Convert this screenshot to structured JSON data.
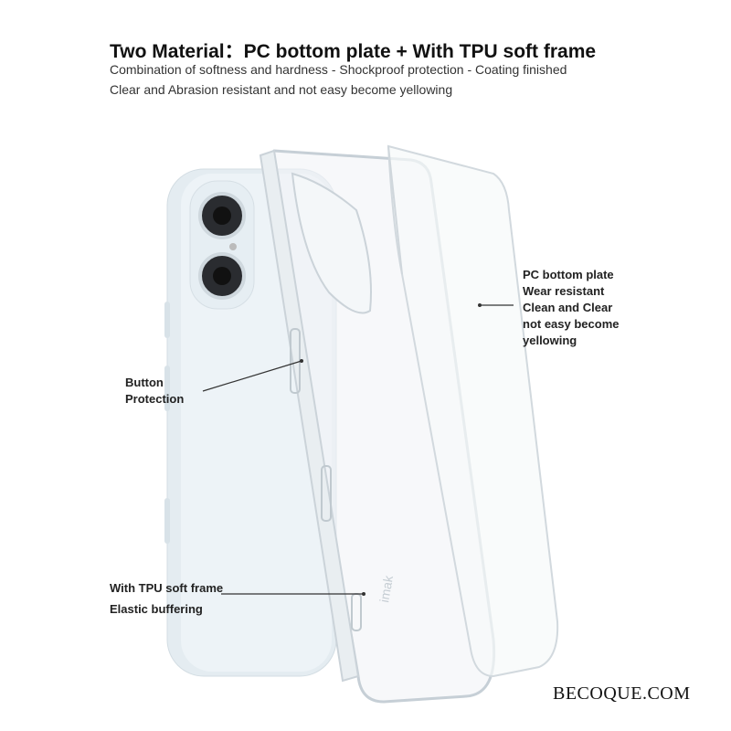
{
  "header": {
    "title": "Two Material：PC bottom plate + With TPU soft frame",
    "line1": "Combination of softness and hardness - Shockproof protection - Coating finished",
    "line2": "Clear and Abrasion resistant and not easy become yellowing"
  },
  "callouts": {
    "pc_plate": [
      "PC bottom plate",
      "Wear resistant",
      "Clean and Clear",
      "not easy become",
      "yellowing"
    ],
    "button": [
      "Button",
      "Protection"
    ],
    "tpu": [
      "With TPU soft frame",
      "Elastic buffering"
    ]
  },
  "case_logo": "imak",
  "watermark": "BECOQUE.COM",
  "colors": {
    "phone": "#e6eef3",
    "case_edge": "#c9d2d8"
  }
}
